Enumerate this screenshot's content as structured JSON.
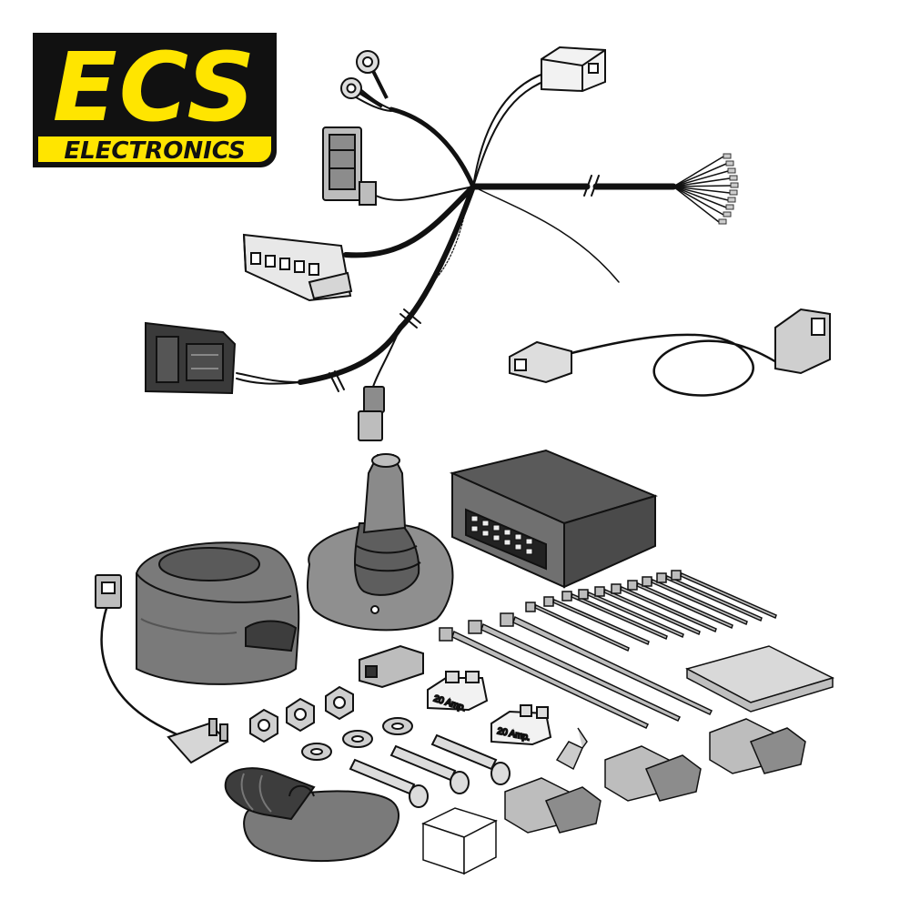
{
  "brand": {
    "logo_text": "ECS",
    "logo_subtext": "ELECTRONICS",
    "colors": {
      "yellow": "#ffe500",
      "black": "#111111"
    }
  },
  "fuses": [
    {
      "label": "20 Amp."
    },
    {
      "label": "20 Amp."
    }
  ],
  "colors": {
    "part_gray": "#8c8c8c",
    "part_dark": "#4a4a4a",
    "part_light": "#c8c8c8",
    "outline": "#1a1a1a"
  }
}
